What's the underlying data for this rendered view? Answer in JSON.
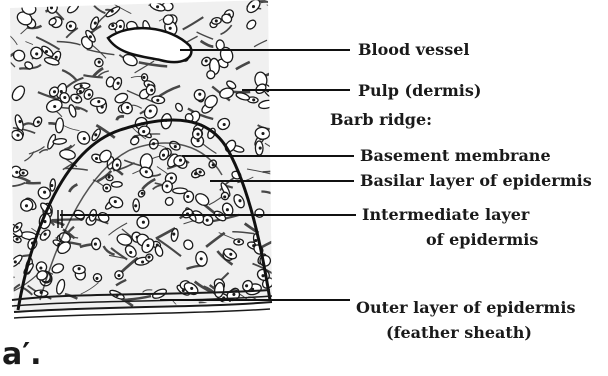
{
  "figure": {
    "panel_label": "a′.",
    "labels": {
      "blood_vessel": "Blood vessel",
      "pulp": "Pulp (dermis)",
      "barb_ridge": "Barb ridge:",
      "basement_membrane": "Basement membrane",
      "basilar_layer": "Basilar layer of epidermis",
      "intermediate_layer_1": "Intermediate layer",
      "intermediate_layer_2": "of epidermis",
      "outer_layer_1": "Outer layer of epidermis",
      "outer_layer_2": "(feather sheath)"
    }
  },
  "colors": {
    "ink": "#1a1a1a",
    "paper": "#ffffff",
    "tissue": "#e6e6e6"
  }
}
